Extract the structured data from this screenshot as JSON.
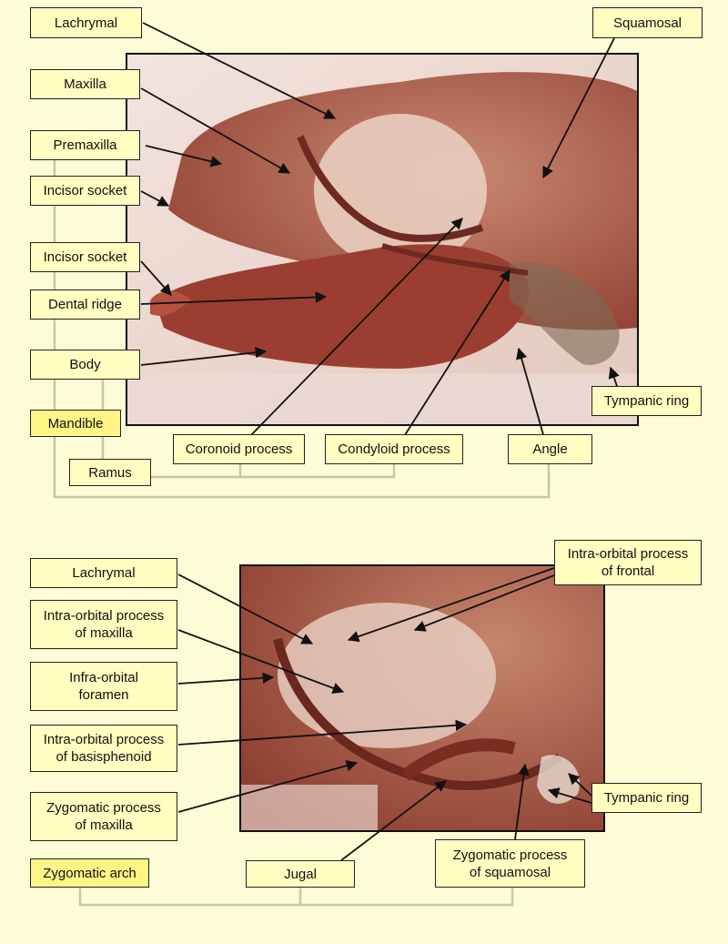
{
  "top_diagram": {
    "photo_name": "mouse-skull-lateral-view",
    "labels": {
      "lachrymal": "Lachrymal",
      "squamosal": "Squamosal",
      "maxilla": "Maxilla",
      "premaxilla": "Premaxilla",
      "incisor_socket_upper": "Incisor socket",
      "incisor_socket_lower": "Incisor socket",
      "dental_ridge": "Dental ridge",
      "body": "Body",
      "tympanic_ring": "Tympanic ring",
      "mandible": "Mandible",
      "coronoid_process": "Coronoid process",
      "condyloid_process": "Condyloid process",
      "angle": "Angle",
      "ramus": "Ramus"
    }
  },
  "bottom_diagram": {
    "photo_name": "mouse-skull-orbit-view",
    "labels": {
      "lachrymal": "Lachrymal",
      "intra_orbital_frontal": "Intra-orbital process\nof frontal",
      "intra_orbital_maxilla": "Intra-orbital process\nof maxilla",
      "infra_orbital_foramen": "Infra-orbital\nforamen",
      "intra_orbital_basisphenoid": "Intra-orbital process\nof basisphenoid",
      "zygomatic_process_maxilla": "Zygomatic process\nof maxilla",
      "tympanic_ring": "Tympanic ring",
      "zygomatic_arch": "Zygomatic arch",
      "jugal": "Jugal",
      "zygomatic_process_squamosal": "Zygomatic process\nof squamosal"
    }
  }
}
